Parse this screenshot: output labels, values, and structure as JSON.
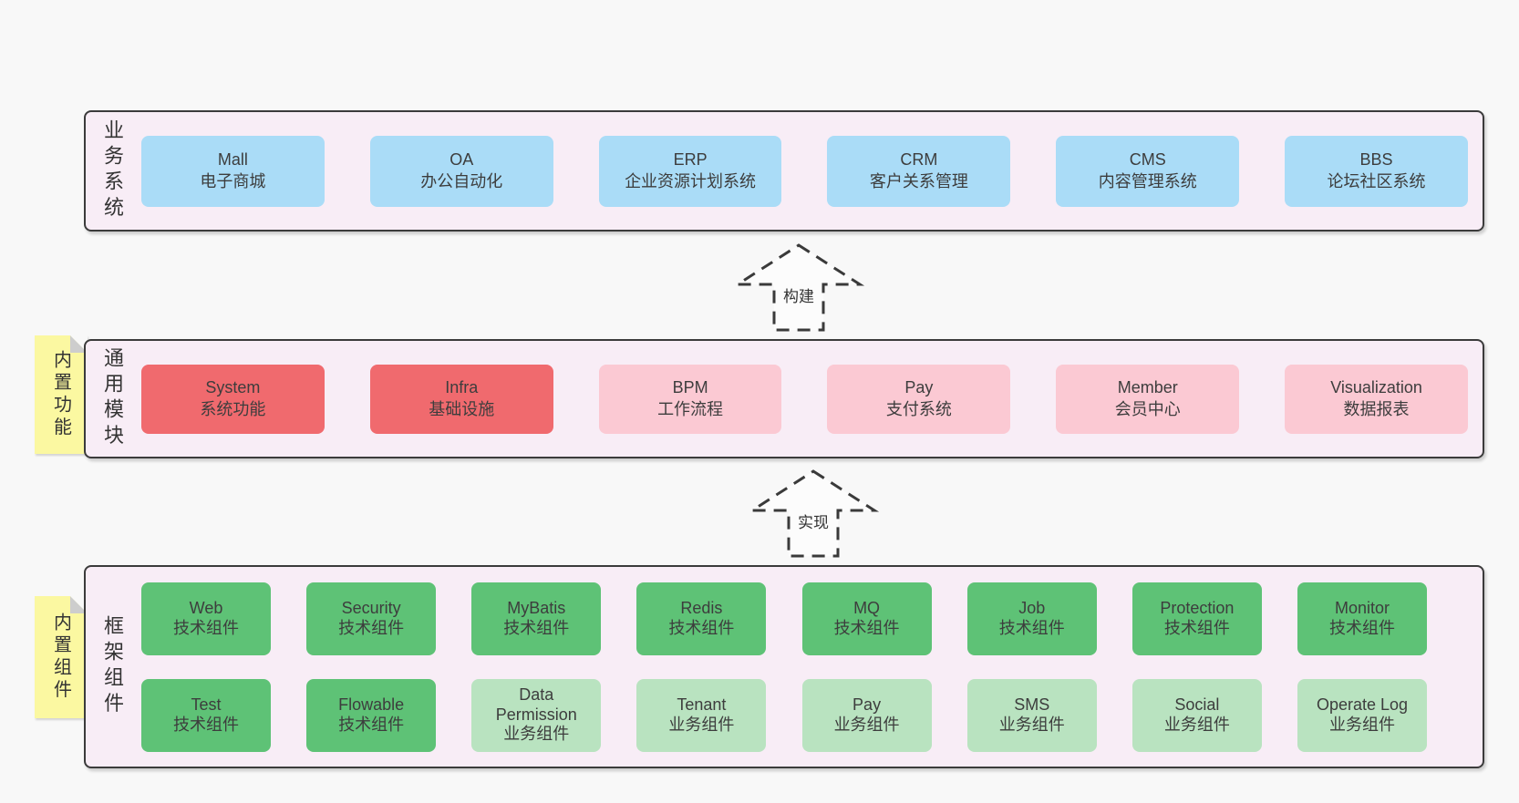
{
  "page": {
    "background": "#f8f8f8",
    "panel_background": "#f8edf6",
    "border_color": "#3b3b3b"
  },
  "colors": {
    "blue": "#aadcf7",
    "red": "#f06a6e",
    "pink": "#fbc9d3",
    "green": "#5ec276",
    "lightgreen": "#b9e3c0",
    "yellow": "#fbf8a1",
    "text": "#3d3d3d"
  },
  "arrows": [
    {
      "label": "构建"
    },
    {
      "label": "实现"
    }
  ],
  "layers": [
    {
      "label": "业务系统",
      "rows": [
        [
          {
            "name": "Mall",
            "desc": "电子商城",
            "color": "blue"
          },
          {
            "name": "OA",
            "desc": "办公自动化",
            "color": "blue"
          },
          {
            "name": "ERP",
            "desc": "企业资源计划系统",
            "color": "blue"
          },
          {
            "name": "CRM",
            "desc": "客户关系管理",
            "color": "blue"
          },
          {
            "name": "CMS",
            "desc": "内容管理系统",
            "color": "blue"
          },
          {
            "name": "BBS",
            "desc": "论坛社区系统",
            "color": "blue"
          }
        ]
      ]
    },
    {
      "label": "通用模块",
      "tab": "内置功能",
      "rows": [
        [
          {
            "name": "System",
            "desc": "系统功能",
            "color": "red"
          },
          {
            "name": "Infra",
            "desc": "基础设施",
            "color": "red"
          },
          {
            "name": "BPM",
            "desc": "工作流程",
            "color": "pink"
          },
          {
            "name": "Pay",
            "desc": "支付系统",
            "color": "pink"
          },
          {
            "name": "Member",
            "desc": "会员中心",
            "color": "pink"
          },
          {
            "name": "Visualization",
            "desc": "数据报表",
            "color": "pink"
          }
        ]
      ]
    },
    {
      "label": "框架组件",
      "tab": "内置组件",
      "rows": [
        [
          {
            "name": "Web",
            "desc": "技术组件",
            "color": "green"
          },
          {
            "name": "Security",
            "desc": "技术组件",
            "color": "green"
          },
          {
            "name": "MyBatis",
            "desc": "技术组件",
            "color": "green"
          },
          {
            "name": "Redis",
            "desc": "技术组件",
            "color": "green"
          },
          {
            "name": "MQ",
            "desc": "技术组件",
            "color": "green"
          },
          {
            "name": "Job",
            "desc": "技术组件",
            "color": "green"
          },
          {
            "name": "Protection",
            "desc": "技术组件",
            "color": "green"
          },
          {
            "name": "Monitor",
            "desc": "技术组件",
            "color": "green"
          }
        ],
        [
          {
            "name": "Test",
            "desc": "技术组件",
            "color": "green"
          },
          {
            "name": "Flowable",
            "desc": "技术组件",
            "color": "green"
          },
          {
            "name": "Data Permission",
            "desc": "业务组件",
            "color": "lightgreen"
          },
          {
            "name": "Tenant",
            "desc": "业务组件",
            "color": "lightgreen"
          },
          {
            "name": "Pay",
            "desc": "业务组件",
            "color": "lightgreen"
          },
          {
            "name": "SMS",
            "desc": "业务组件",
            "color": "lightgreen"
          },
          {
            "name": "Social",
            "desc": "业务组件",
            "color": "lightgreen"
          },
          {
            "name": "Operate Log",
            "desc": "业务组件",
            "color": "lightgreen"
          }
        ]
      ]
    }
  ]
}
